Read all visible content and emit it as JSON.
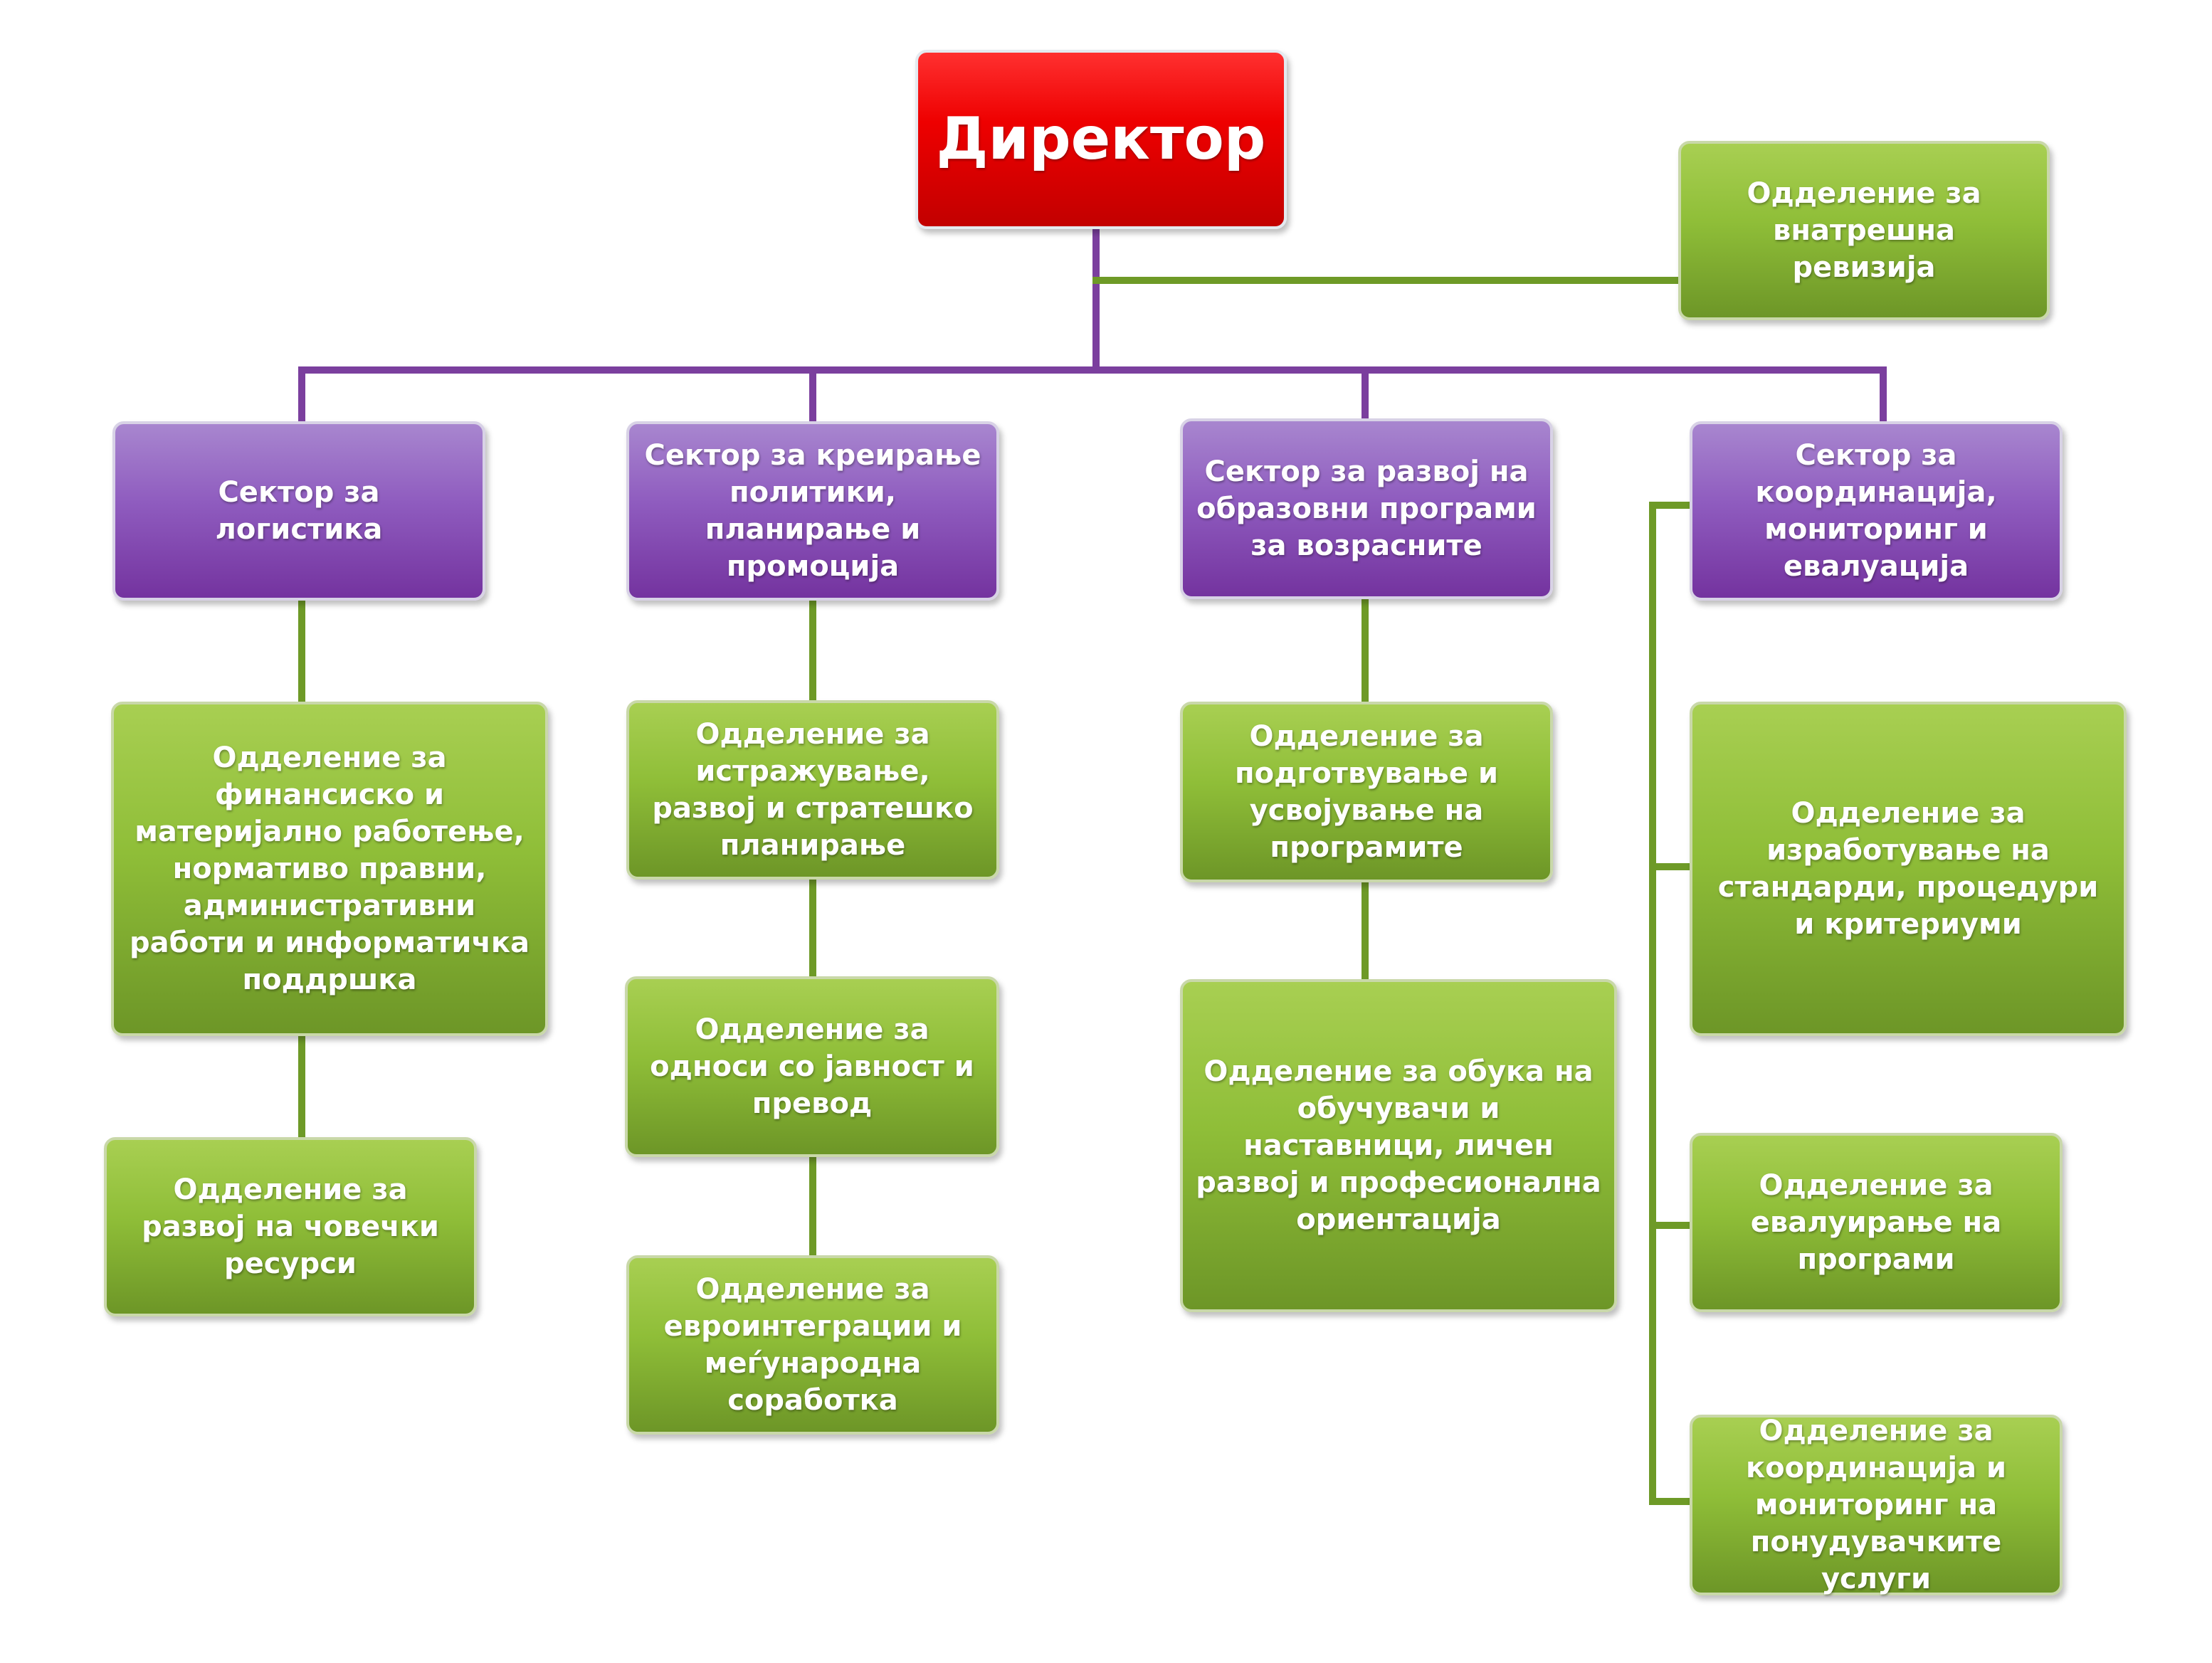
{
  "director": {
    "label": "Директор"
  },
  "internal_audit": {
    "label": "Одделение за внатрешна ревизија"
  },
  "sectors": [
    {
      "label": "Сектор за логистика",
      "departments": [
        "Одделение за финансиско и материјално работење, нормативо правни, административни работи и информатичка поддршка",
        "Одделение за развој на човечки ресурси"
      ]
    },
    {
      "label": "Сектор за креирање политики, планирање и промоција",
      "departments": [
        "Одделение за истражување, развој и стратешко планирање",
        "Одделение за односи со јавност и превод",
        "Одделение за евроинтеграции и меѓународна соработка"
      ]
    },
    {
      "label": "Сектор за развој на образовни програми за возрасните",
      "departments": [
        "Одделение за подготвување и усвојување на програмите",
        "Одделение за обука на обучувачи и наставници, личен развој и професионална ориентација"
      ]
    },
    {
      "label": "Сектор за координација, мониторинг и евалуација",
      "departments": [
        "Одделение за изработување на стандарди, процедури и критериуми",
        "Одделение за евалуирање на програми",
        "Одделение за координација и мониторинг на понудувачките услуги"
      ]
    }
  ],
  "colors": {
    "director": "#e00000",
    "sector": "#8f5cbf",
    "department": "#8fbe38",
    "connector_purple": "#7b3f9e",
    "connector_green": "#6e9a27"
  }
}
